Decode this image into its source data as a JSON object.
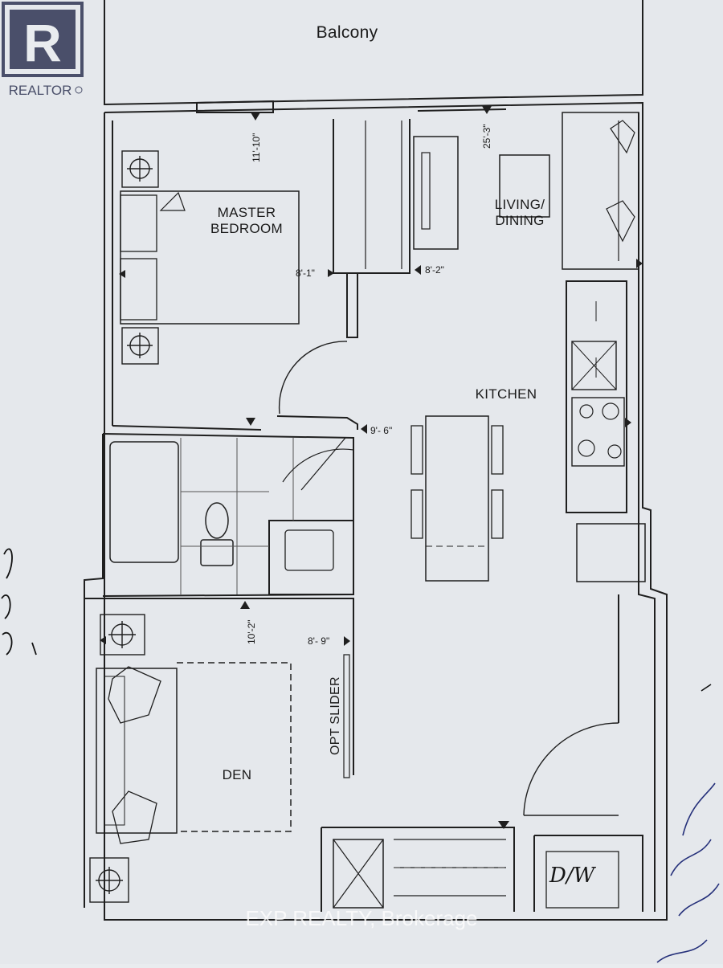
{
  "logo": {
    "wordmark": "REALTOR",
    "mark": "R",
    "color": "#4a4f6a"
  },
  "rooms": {
    "balcony": "Balcony",
    "master_bedroom_line1": "MASTER",
    "master_bedroom_line2": "BEDROOM",
    "living_line1": "LIVING/",
    "living_line2": "DINING",
    "kitchen": "KITCHEN",
    "den": "DEN",
    "opt_slider": "OPT SLIDER"
  },
  "dimensions": {
    "bedroom_width": "11'-10\"",
    "living_length": "25'-3\"",
    "bedroom_depth": "8'-1\"",
    "living_width": "8'-2\"",
    "kitchen_depth": "9'- 6\"",
    "den_depth": "10'-2\"",
    "den_width": "8'- 9\""
  },
  "handwriting": {
    "dw": "D/W"
  },
  "watermark": "EXP REALTY, Brokerage",
  "colors": {
    "paper": "#e9ecef",
    "line": "#1f1f1f",
    "ink": "#25307a"
  }
}
